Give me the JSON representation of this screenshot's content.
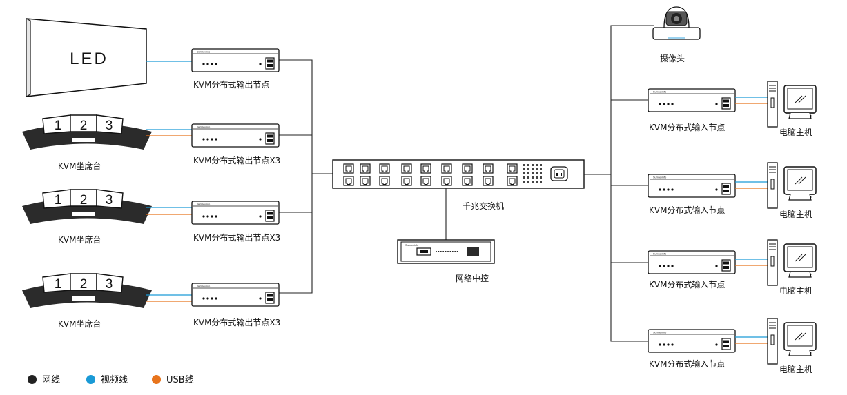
{
  "led": {
    "label": "LED"
  },
  "consoles": [
    {
      "label": "KVM坐席台",
      "screens": [
        "1",
        "2",
        "3"
      ]
    },
    {
      "label": "KVM坐席台",
      "screens": [
        "1",
        "2",
        "3"
      ]
    },
    {
      "label": "KVM坐席台",
      "screens": [
        "1",
        "2",
        "3"
      ]
    }
  ],
  "output_nodes": [
    {
      "label": "KVM分布式输出节点"
    },
    {
      "label": "KVM分布式输出节点X3"
    },
    {
      "label": "KVM分布式输出节点X3"
    },
    {
      "label": "KVM分布式输出节点X3"
    }
  ],
  "switch": {
    "label": "千兆交换机"
  },
  "controller": {
    "label": "网络中控"
  },
  "camera": {
    "label": "摄像头"
  },
  "input_nodes": [
    {
      "label": "KVM分布式输入节点"
    },
    {
      "label": "KVM分布式输入节点"
    },
    {
      "label": "KVM分布式输入节点"
    },
    {
      "label": "KVM分布式输入节点"
    }
  ],
  "computers": [
    {
      "label": "电脑主机"
    },
    {
      "label": "电脑主机"
    },
    {
      "label": "电脑主机"
    },
    {
      "label": "电脑主机"
    }
  ],
  "legend": [
    {
      "label": "网线",
      "color": "#222222"
    },
    {
      "label": "视频线",
      "color": "#1a9ad6"
    },
    {
      "label": "USB线",
      "color": "#e8741c"
    }
  ],
  "colors": {
    "network": "#222222",
    "video": "#1a9ad6",
    "usb": "#e8741c"
  }
}
